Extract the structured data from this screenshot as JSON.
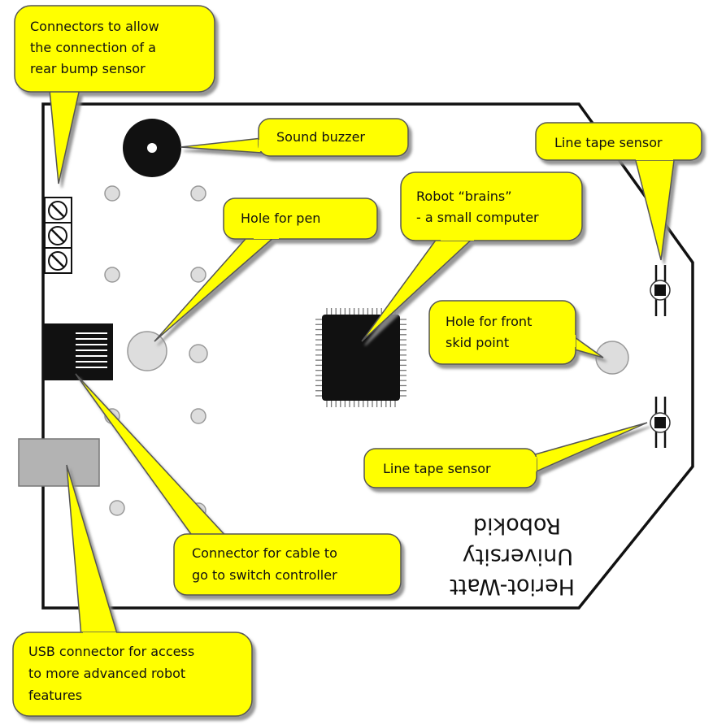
{
  "board": {
    "label_lines": [
      "Heriot-Watt",
      "University",
      "Robokid"
    ],
    "outline_color": "#111111",
    "hole_fill": "#dddddd",
    "hole_stroke": "#999999"
  },
  "callout_style": {
    "fill": "#ffff00",
    "stroke": "#555555",
    "shadow": "#9a9a9a"
  },
  "callouts": {
    "connectors_rear_bump": [
      "Connectors to allow",
      "the connection of a",
      "rear bump sensor"
    ],
    "sound_buzzer": [
      "Sound buzzer"
    ],
    "line_tape_sensor_top": [
      "Line tape sensor"
    ],
    "robot_brains": [
      "Robot “brains”",
      "- a small computer"
    ],
    "hole_for_pen": [
      "Hole for pen"
    ],
    "hole_front_skid": [
      "Hole for front",
      "skid point"
    ],
    "line_tape_sensor_bottom": [
      "Line tape sensor"
    ],
    "connector_switch_cable": [
      "Connector for cable to",
      "go to switch controller"
    ],
    "usb_connector": [
      "USB connector for access",
      "to more advanced robot",
      "features"
    ]
  },
  "components": {
    "buzzer_icon": "buzzer-icon",
    "screw_terminal_icon": "screw-terminal-icon",
    "ribbon_connector_icon": "ribbon-connector-icon",
    "usb_connector_icon": "usb-connector-icon",
    "microchip_icon": "microchip-icon",
    "line_sensor_icon": "line-sensor-icon"
  }
}
